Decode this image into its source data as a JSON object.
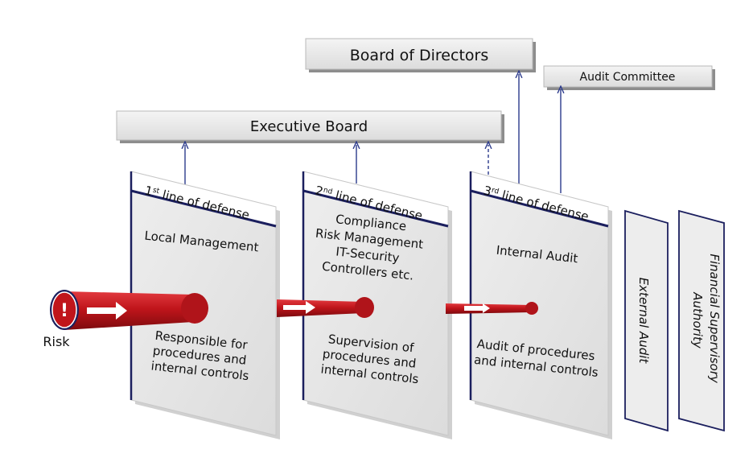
{
  "boxes": {
    "board": "Board of Directors",
    "audit_committee": "Audit Committee",
    "executive": "Executive Board"
  },
  "lines": [
    {
      "header_num": "1",
      "header_sup": "st",
      "header_rest": " line of defense",
      "top": [
        "Local Management"
      ],
      "bottom": [
        "Responsible for",
        "procedures and",
        "internal controls"
      ]
    },
    {
      "header_num": "2",
      "header_sup": "nd",
      "header_rest": " line of defense",
      "top": [
        "Compliance",
        "Risk Management",
        "IT-Security",
        "Controllers etc."
      ],
      "bottom": [
        "Supervision of",
        "procedures and",
        "internal controls"
      ]
    },
    {
      "header_num": "3",
      "header_sup": "rd",
      "header_rest": " line of defense",
      "top": [
        "Internal Audit"
      ],
      "bottom": [
        "Audit of procedures",
        "and internal controls"
      ]
    }
  ],
  "external": {
    "external_audit": "External Audit",
    "fsa": [
      "Financial Supervisory",
      "Authority"
    ]
  },
  "risk": {
    "label": "Risk",
    "icon": "!"
  },
  "colors": {
    "panel_fill": "#e7e7e7",
    "panel_border": "#1b1f5e",
    "arrow": "#c0151b",
    "connector": "#2b3a8c"
  }
}
